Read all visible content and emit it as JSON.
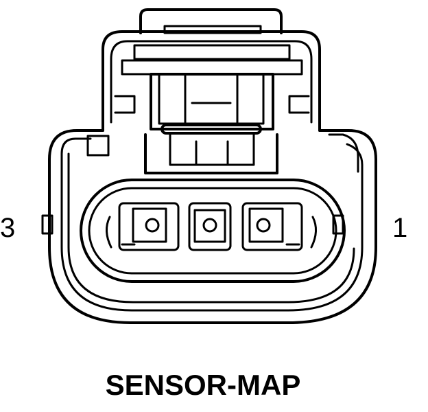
{
  "diagram": {
    "title": "SENSOR-MAP",
    "pin_left_label": "3",
    "pin_right_label": "1"
  },
  "colors": {
    "stroke": "#000000",
    "background": "#ffffff"
  }
}
